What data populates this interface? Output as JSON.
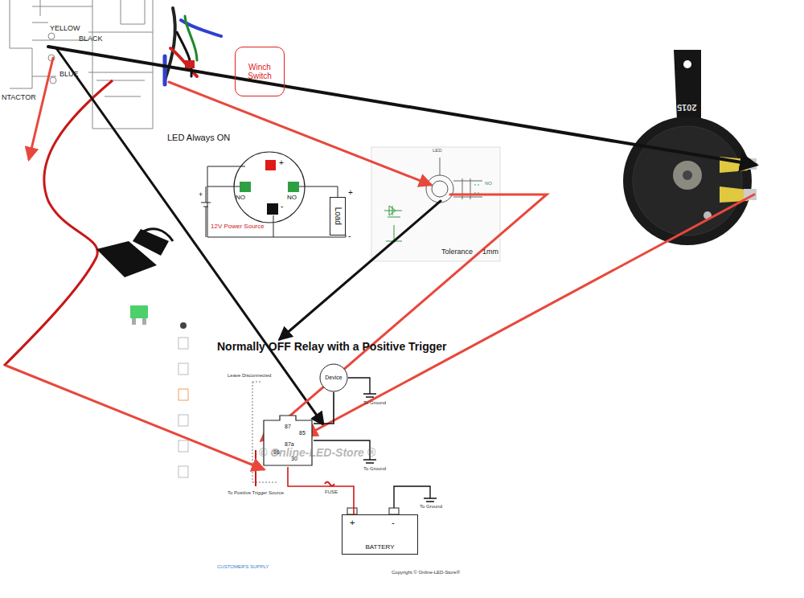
{
  "diagram": {
    "nodes": [
      {
        "text": [
          "Winch Switch"
        ]
      },
      {
        "text": [
          "Load"
        ]
      },
      {
        "text": [
          "Device"
        ]
      },
      {
        "text": [
          "87",
          "85",
          "87a",
          "86",
          "30"
        ]
      },
      {
        "text": [
          "BATTERY"
        ]
      }
    ],
    "edges": [
      {
        "from": 3,
        "to": 2,
        "arrow": "none"
      },
      {
        "from": 3,
        "to": 4,
        "arrow": "none"
      }
    ],
    "labels": [
      "YELLOW",
      "BLACK",
      "BLUE",
      "NTACTOR",
      "LED Always ON",
      "+",
      "NO",
      "-",
      "NO",
      "12V Power Source",
      "+",
      "-",
      "+",
      "LED",
      "NO",
      "Tolerance",
      "1mm",
      "2015",
      "Normally OFF Relay with a Positive Trigger",
      "Leave Disconnected",
      "To Ground",
      "To Ground",
      "To Positive Trigger Source",
      "FUSE",
      "+",
      "-",
      "To Ground",
      "CUSTOMER'S SUPPLY",
      "Copyright © Online-LED-Store®",
      "© Online-LED-Store ®"
    ]
  }
}
